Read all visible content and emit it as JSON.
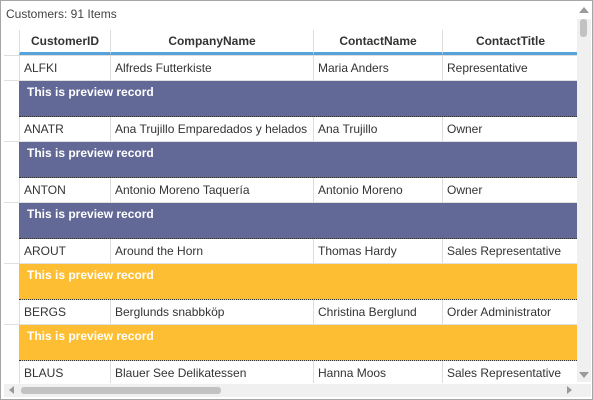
{
  "status": {
    "text": "Customers: 91 Items"
  },
  "columns": [
    {
      "label": "CustomerID"
    },
    {
      "label": "CompanyName"
    },
    {
      "label": "ContactName"
    },
    {
      "label": "ContactTitle"
    }
  ],
  "preview_text": "This is preview record",
  "rows": [
    {
      "id": "ALFKI",
      "company": "Alfreds Futterkiste",
      "contact": "Maria Anders",
      "title": "Representative",
      "preview": "This is preview record",
      "preview_color": "#636996"
    },
    {
      "id": "ANATR",
      "company": "Ana Trujillo Emparedados y helados",
      "contact": "Ana Trujillo",
      "title": "Owner",
      "preview": "This is preview record",
      "preview_color": "#636996"
    },
    {
      "id": "ANTON",
      "company": "Antonio Moreno Taquería",
      "contact": "Antonio Moreno",
      "title": "Owner",
      "preview": "This is preview record",
      "preview_color": "#636996"
    },
    {
      "id": "AROUT",
      "company": "Around the Horn",
      "contact": "Thomas Hardy",
      "title": "Sales Representative",
      "preview": "This is preview record",
      "preview_color": "#fdbe33"
    },
    {
      "id": "BERGS",
      "company": "Berglunds snabbköp",
      "contact": "Christina Berglund",
      "title": "Order Administrator",
      "preview": "This is preview record",
      "preview_color": "#fdbe33"
    },
    {
      "id": "BLAUS",
      "company": "Blauer See Delikatessen",
      "contact": "Hanna Moos",
      "title": "Sales Representative",
      "preview": "",
      "preview_color": "#fdbe33"
    }
  ],
  "colors": {
    "header_underline": "#55a3d8",
    "preview_blue": "#636996",
    "preview_orange": "#fdbe33"
  }
}
